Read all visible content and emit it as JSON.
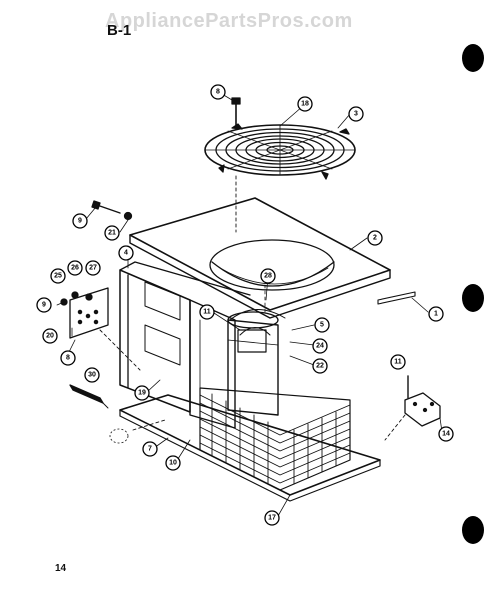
{
  "watermark": "AppliancePartsPros.com",
  "section_label": "B-1",
  "page_number": "14",
  "colors": {
    "ink": "#111111",
    "watermark": "#d6d6d6",
    "background": "#ffffff"
  },
  "callouts": [
    "8",
    "18",
    "3",
    "9",
    "21",
    "2",
    "4",
    "25",
    "26",
    "27",
    "9",
    "28",
    "11",
    "5",
    "24",
    "1",
    "22",
    "8",
    "20",
    "30",
    "19",
    "11",
    "7",
    "10",
    "14",
    "17"
  ]
}
